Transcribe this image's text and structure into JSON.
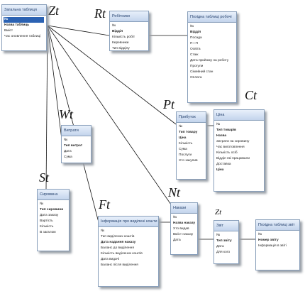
{
  "letters": {
    "zt": "Zt",
    "rt": "Rt",
    "pt": "Pt",
    "ct": "Ct",
    "wt": "Wt",
    "st": "St",
    "ft": "Ft",
    "nt": "Nt",
    "zt2": "Zt"
  },
  "tables": {
    "main": {
      "title": "Загальна таблиця",
      "fields": [
        "№",
        "Назва таблиць",
        "Вміст",
        "Час оновлення таблиці"
      ]
    },
    "workers": {
      "title": "Робітники",
      "fields": [
        "№",
        "Відділ",
        "Кількість робіт",
        "Керевники",
        "Тип відділу"
      ]
    },
    "workers_sub": {
      "title": "Похідна таблиці робочі",
      "fields": [
        "№",
        "Відділ",
        "Посада",
        "П І П",
        "Освіта",
        "Стаж",
        "Дата прийому на роботу",
        "Прогули",
        "Сімейний стан",
        "Оплата"
      ]
    },
    "profit": {
      "title": "Прибуток",
      "fields": [
        "№",
        "Тип товару",
        "Ціна",
        "Кількість",
        "Сума",
        "Послуги",
        "Хто закупив"
      ]
    },
    "price": {
      "title": "Ціна",
      "fields": [
        "№",
        "Тип товарів",
        "Назва",
        "Затрати на сировину",
        "Час виготовлення",
        "Кількість осіб",
        "Відділ які працювали",
        "Доставка",
        "Ціна"
      ]
    },
    "expenses": {
      "title": "Витрати",
      "fields": [
        "№",
        "Тип витрат",
        "Дата",
        "Сума"
      ]
    },
    "raw": {
      "title": "Сировина",
      "fields": [
        "№",
        "Тип сировини",
        "Дата заказу",
        "Вартість",
        "Кількість",
        "В загалом"
      ]
    },
    "funds": {
      "title": "Інформація про виділені кошти",
      "fields": [
        "№",
        "Тип виділених коштів",
        "Дата надання наказу",
        "Баланс до виділення",
        "Кількість виділених коштів",
        "Дата видачі",
        "Баланс після виділення"
      ]
    },
    "orders": {
      "title": "Накази",
      "fields": [
        "№",
        "Назва наказу",
        "Хто видав",
        "Вміст наказу",
        "Дата"
      ]
    },
    "report": {
      "title": "Звіт",
      "fields": [
        "№",
        "Тип звіту",
        "Дата",
        "Для кого"
      ]
    },
    "report_sub": {
      "title": "Похідна таблиці звіт",
      "fields": [
        "№",
        "Номер звіту",
        "Інформація в звіті"
      ]
    }
  }
}
